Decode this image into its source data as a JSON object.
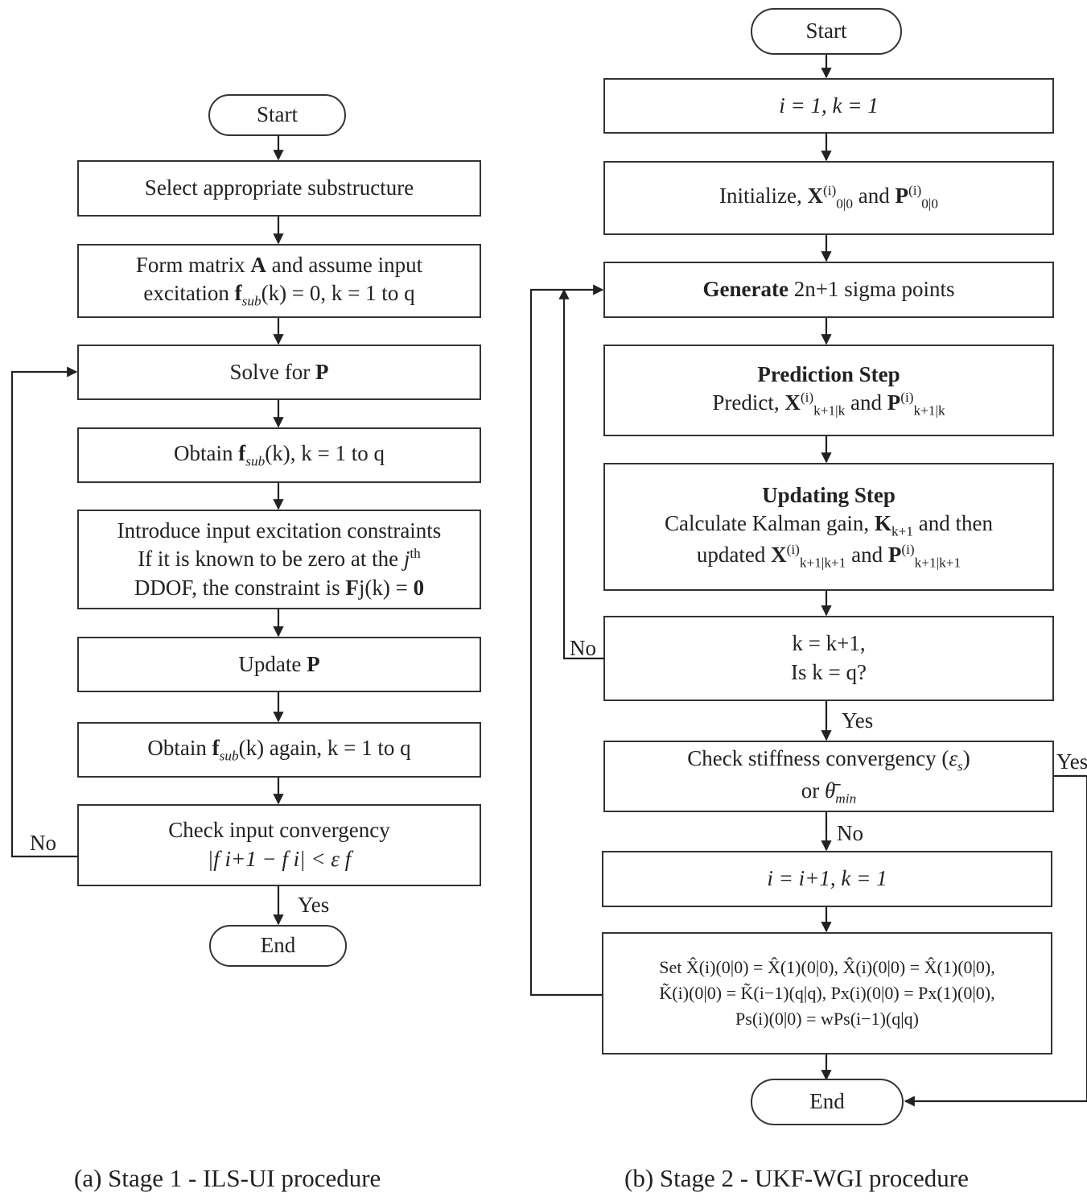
{
  "stage1": {
    "start": "Start",
    "step_select": "Select appropriate substructure",
    "step_form": {
      "pre": "Form matrix ",
      "matrix": "A",
      "mid": " and assume input",
      "pre2": "excitation ",
      "f": "f",
      "sub": "sub",
      "rest": "(k) = 0, k = 1 to q"
    },
    "step_solve": {
      "text": "Solve for ",
      "bold": "P"
    },
    "step_obtain": {
      "pre": "Obtain ",
      "f": "f",
      "sub": "sub",
      "rest": "(k), k = 1 to q"
    },
    "step_constraints": {
      "line1": "Introduce input excitation constraints",
      "line2_pre": "If it is known to be zero at the ",
      "line2_j": "j",
      "line2_sup": "th",
      "line3_pre": "DDOF, the constraint is ",
      "line3_F": "F",
      "line3_mid": "j(k) = ",
      "line3_zero": "0"
    },
    "step_update": {
      "text": "Update ",
      "bold": "P"
    },
    "step_obtain_again": {
      "pre": "Obtain ",
      "f": "f",
      "sub": "sub",
      "rest": "(k) again, k = 1 to q"
    },
    "step_check": {
      "line1": "Check input convergency",
      "line2": "|f i+1 − f i| < ε f"
    },
    "label_no": "No",
    "label_yes": "Yes",
    "end": "End",
    "caption": "(a) Stage 1 - ILS-UI procedure"
  },
  "stage2": {
    "start": "Start",
    "step_init_ik": "i = 1, k = 1",
    "step_initialize": {
      "pre": "Initialize, ",
      "x": "X",
      "x_sup": "(i)",
      "x_sub": "0|0",
      "mid": " and ",
      "p": "P",
      "p_sup": "(i)",
      "p_sub": "0|0"
    },
    "step_generate": {
      "bold": "Generate",
      "rest": " 2n+1 sigma points"
    },
    "step_prediction": {
      "title": "Prediction Step",
      "pre": "Predict, ",
      "x": "X",
      "x_sup": "(i)",
      "x_sub": "k+1|k",
      "mid": " and ",
      "p": "P",
      "p_sup": "(i)",
      "p_sub": "k+1|k"
    },
    "step_updating": {
      "title": "Updating Step",
      "line2_pre": "Calculate Kalman gain, ",
      "k": "K",
      "k_sub": "k+1",
      "line2_post": " and then",
      "line3_pre": "updated ",
      "x": "X",
      "x_sup": "(i)",
      "x_sub": "k+1|k+1",
      "mid": " and ",
      "p": "P",
      "p_sup": "(i)",
      "p_sub": "k+1|k+1"
    },
    "step_k_increment": {
      "line1": "k = k+1,",
      "line2": "Is k = q?"
    },
    "step_check_stiffness": {
      "line1_pre": "Check stiffness convergency (",
      "eps": "ε",
      "eps_sub": "s",
      "line1_post": ")",
      "line2_pre": "or ",
      "theta": "θ̄",
      "theta_sub": "min"
    },
    "step_i_increment": "i = i+1, k = 1",
    "step_set": {
      "line1": "Set X̂(i)(0|0) = X̂(1)(0|0), X̂(i)(0|0) = X̂(1)(0|0),",
      "line2": "K̃(i)(0|0) = K̃(i−1)(q|q), Px(i)(0|0) = Px(1)(0|0),",
      "line3": "Ps(i)(0|0) = wPs(i−1)(q|q)"
    },
    "label_no_loop": "No",
    "label_yes_down": "Yes",
    "label_no_down": "No",
    "label_yes_right": "Yes",
    "end": "End",
    "caption": "(b) Stage 2 - UKF-WGI procedure"
  }
}
